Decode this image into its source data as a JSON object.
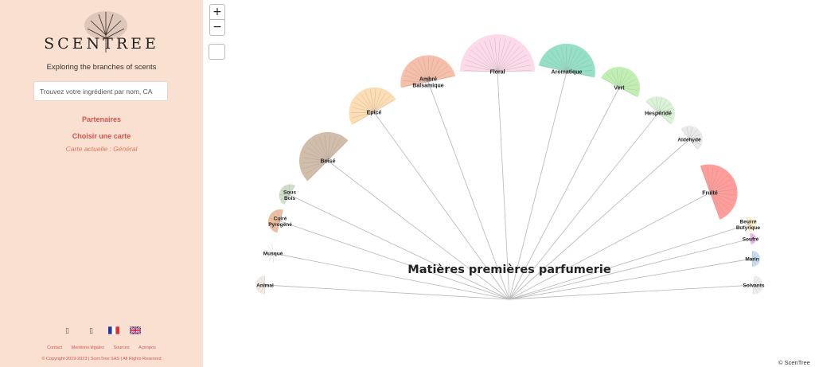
{
  "sidebar": {
    "brand": "SCENTREE",
    "tagline": "Exploring the branches of scents",
    "search": {
      "placeholder": "Trouvez votre ingrédient par nom, CA",
      "value": ""
    },
    "partners_link": "Partenaires",
    "choose_map_link": "Choisir une carte",
    "current_map": "Carte actuelle : Général",
    "icons": {
      "left": "mobile-icon",
      "right": "tablet-icon",
      "flag_fr": "french-flag-icon",
      "flag_en": "english-flag-icon"
    },
    "footer_links": [
      "Contact",
      "Mentions légales",
      "Sources",
      "A propos"
    ],
    "copyright": "© Copyright 2019-2023 | ScenTree SAS | All Rights Reserved"
  },
  "map": {
    "zoom_in": "+",
    "zoom_out": "−",
    "attribution": "© ScenTree",
    "center_label": "Matières premières parfumerie",
    "families": [
      {
        "id": "animal",
        "label": "Animal",
        "color": "#f0ebe0"
      },
      {
        "id": "musque",
        "label": "Musqué",
        "color": "#ffffff"
      },
      {
        "id": "cuir",
        "label": "Cuiré\nPyrogéné",
        "color": "#e8b48e"
      },
      {
        "id": "sousbois",
        "label": "Sous\nBois",
        "color": "#c8d9c0"
      },
      {
        "id": "boise",
        "label": "Boisé",
        "color": "#c9b29a"
      },
      {
        "id": "epice",
        "label": "Epicé",
        "color": "#fdd7a6"
      },
      {
        "id": "ambre",
        "label": "Ambré\nBalsamique",
        "color": "#f5b49a"
      },
      {
        "id": "floral",
        "label": "Floral",
        "color": "#fbd3e6"
      },
      {
        "id": "aromatique",
        "label": "Aromatique",
        "color": "#84dbbe"
      },
      {
        "id": "vert",
        "label": "Vert",
        "color": "#b6eca6"
      },
      {
        "id": "hesperide",
        "label": "Hespéridé",
        "color": "#d4f1d0"
      },
      {
        "id": "aldehyde",
        "label": "Aldéhydé",
        "color": "#e6e6e6"
      },
      {
        "id": "fruite",
        "label": "Fruité",
        "color": "#ff8c88"
      },
      {
        "id": "beurre",
        "label": "Beurré\nButyrique",
        "color": "#fff3c0"
      },
      {
        "id": "soufre",
        "label": "Soufré",
        "color": "#f0a8e8"
      },
      {
        "id": "marin",
        "label": "Marin",
        "color": "#c0d8f2"
      },
      {
        "id": "solvants",
        "label": "Solvants",
        "color": "#ececec"
      }
    ]
  }
}
